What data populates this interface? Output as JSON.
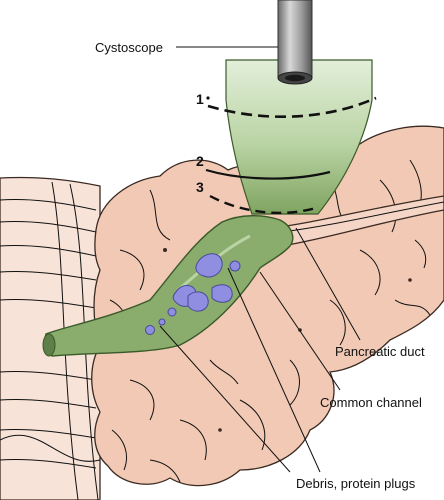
{
  "labels": {
    "cystoscope": "Cystoscope",
    "pancreatic_duct": "Pancreatic duct",
    "common_channel": "Common channel",
    "debris": "Debris, protein plugs"
  },
  "markers": {
    "m1": "1",
    "m2": "2",
    "m3": "3"
  },
  "colors": {
    "pancreas": "#f1c9b4",
    "pancreas_shadow": "#e4b39c",
    "duct": "#8aac6c",
    "duct_dark": "#5e7f48",
    "debris": "#8f8ee0",
    "scope": "#9a9a9a",
    "lens_top": "#dcebd2",
    "lens_bottom": "#7fa460"
  }
}
